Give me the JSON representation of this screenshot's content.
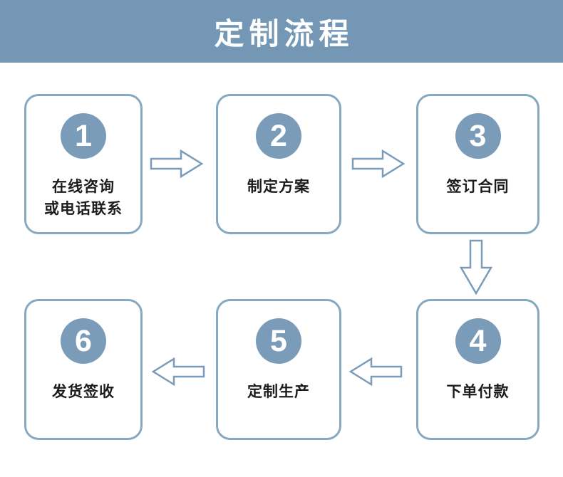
{
  "header": {
    "title": "定制流程"
  },
  "steps": [
    {
      "number": "1",
      "label_lines": [
        "在线咨询",
        "或电话联系"
      ]
    },
    {
      "number": "2",
      "label_lines": [
        "制定方案"
      ]
    },
    {
      "number": "3",
      "label_lines": [
        "签订合同"
      ]
    },
    {
      "number": "4",
      "label_lines": [
        "下单付款"
      ]
    },
    {
      "number": "5",
      "label_lines": [
        "定制生产"
      ]
    },
    {
      "number": "6",
      "label_lines": [
        "发货签收"
      ]
    }
  ],
  "flow_arrows": [
    {
      "from": "1",
      "to": "2",
      "direction": "right"
    },
    {
      "from": "2",
      "to": "3",
      "direction": "right"
    },
    {
      "from": "3",
      "to": "4",
      "direction": "down"
    },
    {
      "from": "4",
      "to": "5",
      "direction": "left"
    },
    {
      "from": "5",
      "to": "6",
      "direction": "left"
    }
  ],
  "colors": {
    "header_bg": "#7397b5",
    "header_text": "#ffffff",
    "circle_bg": "#7b9cb8",
    "box_border": "#86a9c2",
    "arrow_stroke": "#7a9cba",
    "label_text": "#1c1c1c"
  }
}
